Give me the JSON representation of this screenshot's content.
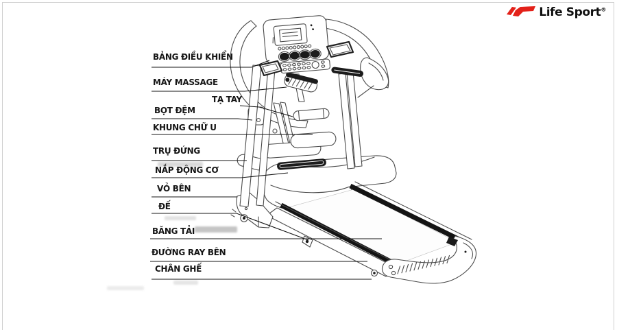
{
  "page": {
    "background": "#ffffff",
    "frame_border_color": "#cfcfcf"
  },
  "logo": {
    "brand": "Life Sport",
    "registered_mark": "®",
    "icon": "life-sport-red-mark",
    "icon_color": "#e32119",
    "text_color": "#101010"
  },
  "diagram": {
    "subject": "Treadmill parts diagram (black-and-white line drawing with callout labels)",
    "line_color": "#4a4a4a",
    "label_color": "#151515",
    "labels": [
      {
        "id": "control-panel",
        "text": "BẢNG ĐIỀU KHIỂN"
      },
      {
        "id": "massage-machine",
        "text": "MÁY MASSAGE"
      },
      {
        "id": "hand-weight",
        "text": "TẠ TAY"
      },
      {
        "id": "foam-cushion",
        "text": "BỌT ĐỆM"
      },
      {
        "id": "u-frame",
        "text": "KHUNG CHỮ U"
      },
      {
        "id": "upright-post",
        "text": "TRỤ ĐỨNG"
      },
      {
        "id": "motor-cover",
        "text": "NẮP ĐỘNG CƠ"
      },
      {
        "id": "side-cover",
        "text": "VỎ BÊN"
      },
      {
        "id": "base",
        "text": "ĐẾ"
      },
      {
        "id": "conveyor-belt",
        "text": "BĂNG TẢI"
      },
      {
        "id": "side-rail",
        "text": "ĐƯỜNG RAY BÊN"
      },
      {
        "id": "foot",
        "text": "CHÂN GHẾ"
      }
    ]
  }
}
